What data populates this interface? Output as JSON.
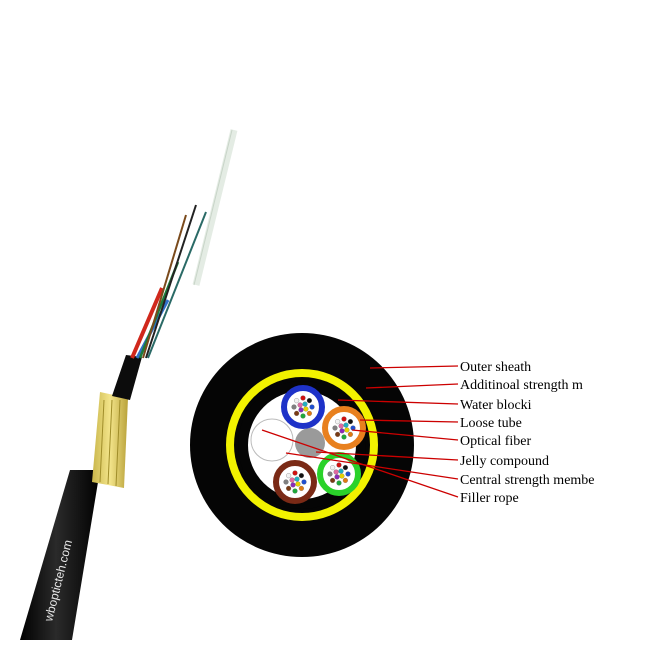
{
  "brand_text": "wbopticteh.com",
  "colors": {
    "sheath": "#050505",
    "yellow_strength": "#f2f200",
    "leader_line": "#cc0000",
    "tube_blue": "#1e32c8",
    "tube_orange": "#e8801e",
    "tube_green": "#2ad22a",
    "tube_brown": "#7a2a16",
    "central_member": "#9a9a9a",
    "filler": "#ffffff"
  },
  "labels": [
    {
      "id": "outer-sheath",
      "text": "Outer sheath"
    },
    {
      "id": "additional-strength",
      "text": "Additinoal strength m"
    },
    {
      "id": "water-blocking",
      "text": "Water blocki"
    },
    {
      "id": "loose-tube",
      "text": "Loose tube"
    },
    {
      "id": "optical-fiber",
      "text": "Optical fiber"
    },
    {
      "id": "jelly-compound",
      "text": "Jelly compound"
    },
    {
      "id": "central-strength",
      "text": "Central strength membe"
    },
    {
      "id": "filler-rope",
      "text": "Filler rope"
    }
  ]
}
